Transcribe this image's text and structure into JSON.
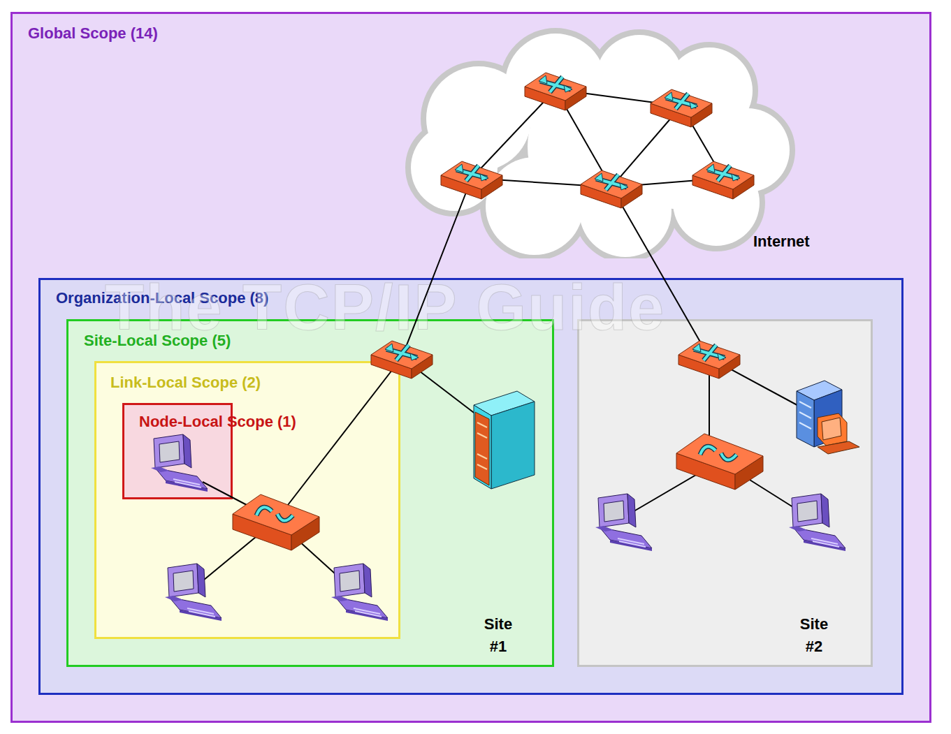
{
  "diagram": {
    "nodes": [
      {
        "text": [
          "Global Scope (14)"
        ]
      },
      {
        "text": [
          "Internet"
        ],
        "in": 0
      },
      {
        "text": [
          "Organization-Local Scope (8)"
        ],
        "in": 0
      },
      {
        "text": [
          "Site-Local Scope (5)",
          "Site #1"
        ],
        "in": 2
      },
      {
        "text": [
          "Link-Local Scope (2)"
        ],
        "in": 3
      },
      {
        "text": [
          "Node-Local Scope (1)"
        ],
        "in": 4
      },
      {
        "text": [
          "Site #2"
        ],
        "in": 2
      }
    ],
    "labels": [
      "The TCP/IP Guide"
    ]
  }
}
